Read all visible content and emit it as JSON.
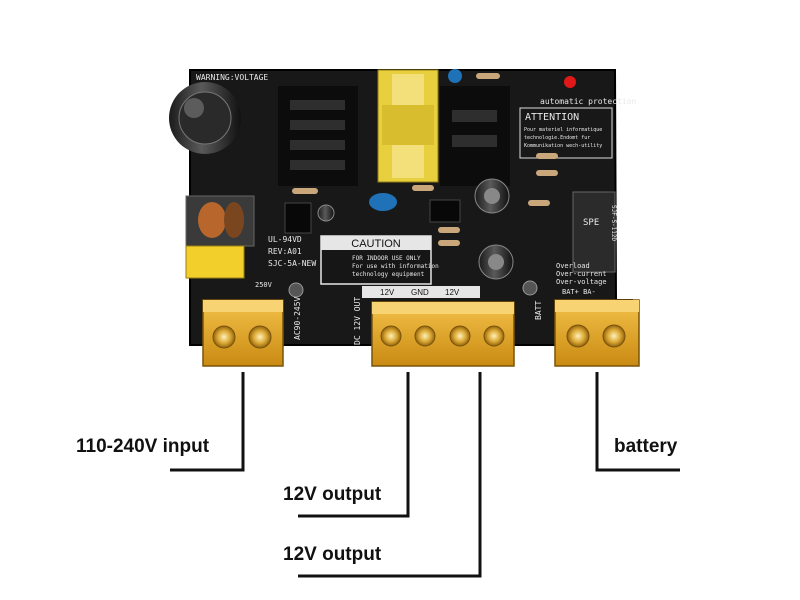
{
  "board": {
    "warning": "WARNING:VOLTAGE",
    "auto_protection": "automatic protection",
    "attention": "ATTENTION",
    "attention_lines": [
      "Pour materiel informatique",
      "technologie.Endomt fur",
      "Kommunikation wech-utility"
    ],
    "caution_title": "CAUTION",
    "caution_lines": [
      "FOR INDOOR USE ONLY",
      "For use with information",
      "technology equipment"
    ],
    "model_lines": [
      "UL-94VD",
      "REV:A01",
      "SJC-5A-NEW"
    ],
    "ac_label": "AC90-245V",
    "dc_label": "DC 12V OUT",
    "terminal_labels": [
      "12V",
      "GND",
      "12V"
    ],
    "batt_label": "BATT",
    "protect_lines": [
      "Overload",
      "Over-current",
      "Over-voltage"
    ],
    "batt_sub": "BAT+ BA-",
    "relay_brand": "SPE",
    "relay_model": "SJF-S-112D",
    "fuse_label": "250V"
  },
  "callouts": {
    "input": "110-240V input",
    "output1": "12V output",
    "output2": "12V output",
    "battery": "battery"
  }
}
